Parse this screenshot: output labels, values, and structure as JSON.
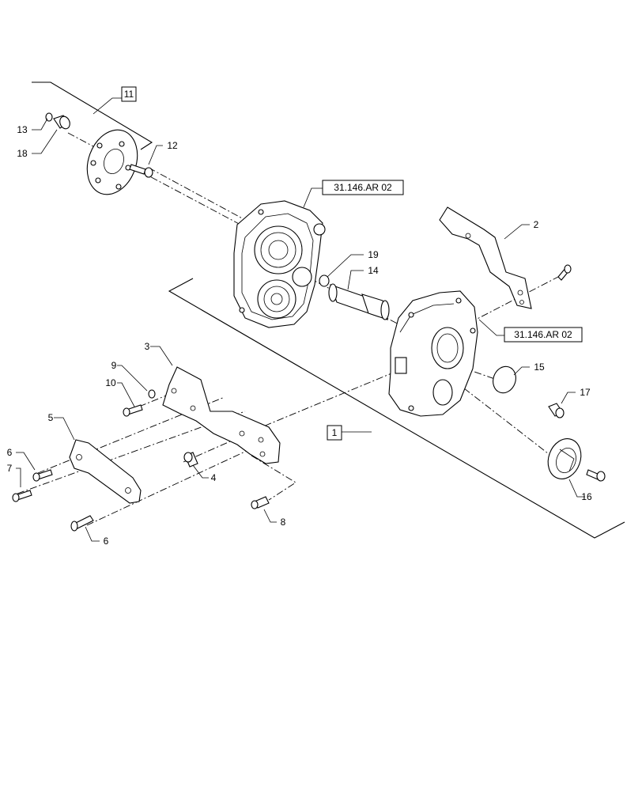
{
  "diagram": {
    "callouts": {
      "c1": "1",
      "c2": "2",
      "c3": "3",
      "c4": "4",
      "c5": "5",
      "c6a": "6",
      "c6b": "6",
      "c7": "7",
      "c8": "8",
      "c9": "9",
      "c10": "10",
      "c11": "11",
      "c12": "12",
      "c13": "13",
      "c14": "14",
      "c15": "15",
      "c16": "16",
      "c17": "17",
      "c18": "18",
      "c19": "19"
    },
    "references": {
      "ref_top": "31.146.AR 02",
      "ref_right": "31.146.AR 02"
    }
  }
}
